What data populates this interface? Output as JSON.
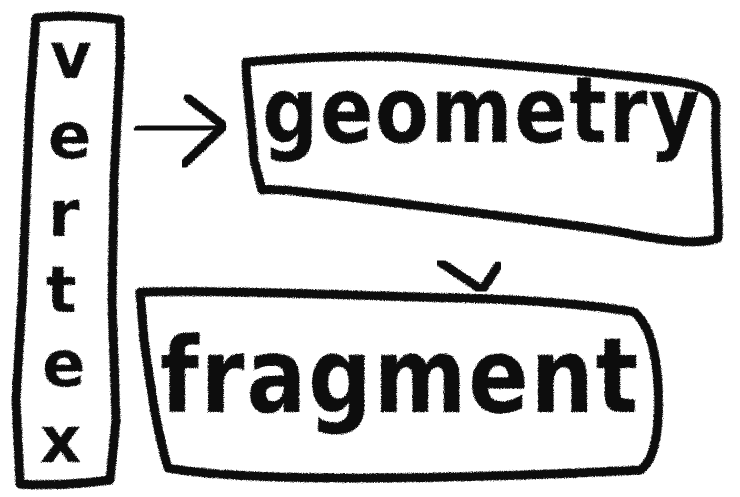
{
  "diagram": {
    "vertex": {
      "letters": [
        "v",
        "e",
        "r",
        "t",
        "e",
        "x"
      ]
    },
    "geometry": {
      "label": "geometry"
    },
    "fragment": {
      "label": "fragment"
    },
    "ink_color": "#111111",
    "background_color": "#ffffff"
  }
}
